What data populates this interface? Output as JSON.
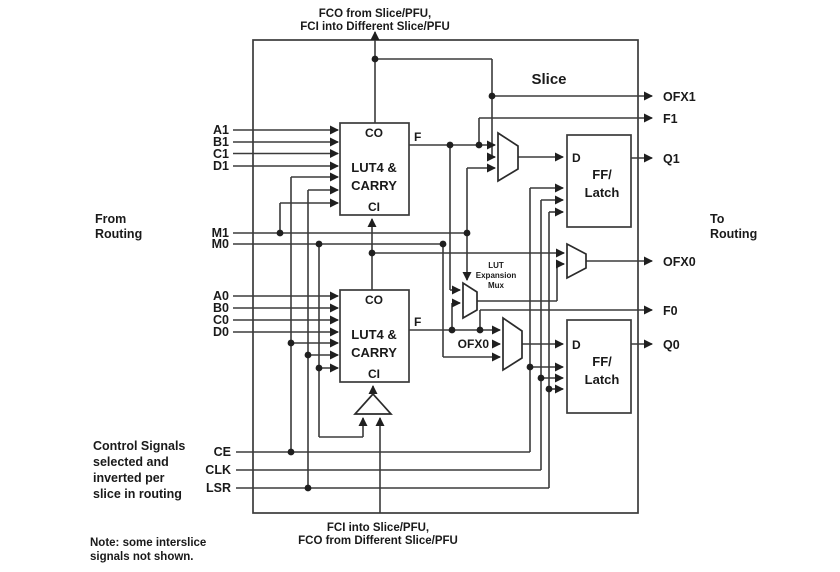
{
  "slice": {
    "title": "Slice"
  },
  "annotations": {
    "top1": "FCO from Slice/PFU,",
    "top2": "FCI into Different Slice/PFU",
    "bottom1": "FCI into Slice/PFU,",
    "bottom2": "FCO from Different Slice/PFU",
    "from_routing1": "From",
    "from_routing2": "Routing",
    "to_routing1": "To",
    "to_routing2": "Routing",
    "control1": "Control Signals",
    "control2": "selected and",
    "control3": "inverted per",
    "control4": "slice in routing",
    "note1": "Note: some interslice",
    "note2": "signals not shown."
  },
  "inputs": {
    "a1": "A1",
    "b1": "B1",
    "c1": "C1",
    "d1": "D1",
    "m1": "M1",
    "m0": "M0",
    "a0": "A0",
    "b0": "B0",
    "c0": "C0",
    "d0": "D0",
    "ce": "CE",
    "clk": "CLK",
    "lsr": "LSR"
  },
  "outputs": {
    "ofx1": "OFX1",
    "f1": "F1",
    "q1": "Q1",
    "ofx0": "OFX0",
    "f0": "F0",
    "q0": "Q0"
  },
  "blocks": {
    "lut1": {
      "line1": "LUT4 &",
      "line2": "CARRY",
      "co": "CO",
      "ci": "CI",
      "f": "F"
    },
    "lut0": {
      "line1": "LUT4 &",
      "line2": "CARRY",
      "co": "CO",
      "ci": "CI",
      "f": "F"
    },
    "ff1": {
      "d": "D",
      "line1": "FF/",
      "line2": "Latch"
    },
    "ff0": {
      "d": "D",
      "line1": "FF/",
      "line2": "Latch"
    },
    "expansion_mux": {
      "line1": "LUT",
      "line2": "Expansion",
      "line3": "Mux"
    },
    "ofx0_internal": "OFX0"
  },
  "colors": {
    "line": "#3b3b3b",
    "text": "#1a1a1a",
    "background": "#ffffff"
  }
}
